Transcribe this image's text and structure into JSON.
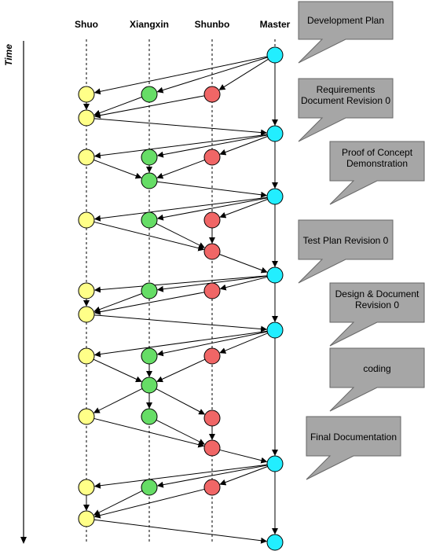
{
  "lanes": [
    {
      "id": "shuo",
      "label": "Shuo",
      "color": "#ffff88"
    },
    {
      "id": "xiangxin",
      "label": "Xiangxin",
      "color": "#66dd66"
    },
    {
      "id": "shunbo",
      "label": "Shunbo",
      "color": "#f06666"
    },
    {
      "id": "master",
      "label": "Master",
      "color": "#22eeff"
    }
  ],
  "time_label": "Time",
  "callouts": [
    "Development Plan",
    "Requirements\nDocument Revision 0",
    "Proof of Concept\nDemonstration",
    "Test Plan Revision 0",
    "Design & Document\nRevision 0",
    "coding",
    "Final Documentation"
  ],
  "nodes": [
    {
      "id": "m1",
      "lane": "master"
    },
    {
      "id": "s1",
      "lane": "shuo"
    },
    {
      "id": "x1",
      "lane": "xiangxin"
    },
    {
      "id": "b1",
      "lane": "shunbo"
    },
    {
      "id": "s2",
      "lane": "shuo"
    },
    {
      "id": "m2",
      "lane": "master"
    },
    {
      "id": "s3",
      "lane": "shuo"
    },
    {
      "id": "x2",
      "lane": "xiangxin"
    },
    {
      "id": "b2",
      "lane": "shunbo"
    },
    {
      "id": "x3",
      "lane": "xiangxin"
    },
    {
      "id": "m3",
      "lane": "master"
    },
    {
      "id": "s4",
      "lane": "shuo"
    },
    {
      "id": "x4",
      "lane": "xiangxin"
    },
    {
      "id": "b3",
      "lane": "shunbo"
    },
    {
      "id": "b4",
      "lane": "shunbo"
    },
    {
      "id": "m4",
      "lane": "master"
    },
    {
      "id": "s5",
      "lane": "shuo"
    },
    {
      "id": "x5",
      "lane": "xiangxin"
    },
    {
      "id": "b5",
      "lane": "shunbo"
    },
    {
      "id": "s6",
      "lane": "shuo"
    },
    {
      "id": "m5",
      "lane": "master"
    },
    {
      "id": "s7",
      "lane": "shuo"
    },
    {
      "id": "x6",
      "lane": "xiangxin"
    },
    {
      "id": "b6",
      "lane": "shunbo"
    },
    {
      "id": "x7",
      "lane": "xiangxin"
    },
    {
      "id": "s8",
      "lane": "shuo"
    },
    {
      "id": "x8",
      "lane": "xiangxin"
    },
    {
      "id": "b7",
      "lane": "shunbo"
    },
    {
      "id": "b8",
      "lane": "shunbo"
    },
    {
      "id": "m6",
      "lane": "master"
    },
    {
      "id": "s9",
      "lane": "shuo"
    },
    {
      "id": "x9",
      "lane": "xiangxin"
    },
    {
      "id": "b9",
      "lane": "shunbo"
    },
    {
      "id": "s10",
      "lane": "shuo"
    },
    {
      "id": "m7",
      "lane": "master"
    }
  ],
  "edges": [
    [
      "m1",
      "s1"
    ],
    [
      "m1",
      "x1"
    ],
    [
      "m1",
      "b1"
    ],
    [
      "m1",
      "m2"
    ],
    [
      "s1",
      "s2"
    ],
    [
      "x1",
      "s2"
    ],
    [
      "b1",
      "s2"
    ],
    [
      "s2",
      "m2"
    ],
    [
      "m2",
      "s3"
    ],
    [
      "m2",
      "x2"
    ],
    [
      "m2",
      "b2"
    ],
    [
      "m2",
      "m3"
    ],
    [
      "s3",
      "x3"
    ],
    [
      "x2",
      "x3"
    ],
    [
      "b2",
      "x3"
    ],
    [
      "x3",
      "m3"
    ],
    [
      "m3",
      "s4"
    ],
    [
      "m3",
      "x4"
    ],
    [
      "m3",
      "b3"
    ],
    [
      "m3",
      "m4"
    ],
    [
      "s4",
      "b4"
    ],
    [
      "x4",
      "b4"
    ],
    [
      "b3",
      "b4"
    ],
    [
      "b4",
      "m4"
    ],
    [
      "m4",
      "s5"
    ],
    [
      "m4",
      "x5"
    ],
    [
      "m4",
      "b5"
    ],
    [
      "m4",
      "m5"
    ],
    [
      "s5",
      "s6"
    ],
    [
      "x5",
      "s6"
    ],
    [
      "b5",
      "s6"
    ],
    [
      "s6",
      "m5"
    ],
    [
      "m5",
      "s7"
    ],
    [
      "m5",
      "x6"
    ],
    [
      "m5",
      "b6"
    ],
    [
      "m5",
      "m6"
    ],
    [
      "s7",
      "x7"
    ],
    [
      "x6",
      "x7"
    ],
    [
      "b6",
      "x7"
    ],
    [
      "x7",
      "s8"
    ],
    [
      "x7",
      "x8"
    ],
    [
      "x7",
      "b7"
    ],
    [
      "s8",
      "b8"
    ],
    [
      "x8",
      "b8"
    ],
    [
      "b7",
      "b8"
    ],
    [
      "b8",
      "m6"
    ],
    [
      "m6",
      "s9"
    ],
    [
      "m6",
      "x9"
    ],
    [
      "m6",
      "b9"
    ],
    [
      "m6",
      "m7"
    ],
    [
      "s9",
      "s10"
    ],
    [
      "x9",
      "s10"
    ],
    [
      "b9",
      "s10"
    ],
    [
      "s10",
      "m7"
    ]
  ]
}
